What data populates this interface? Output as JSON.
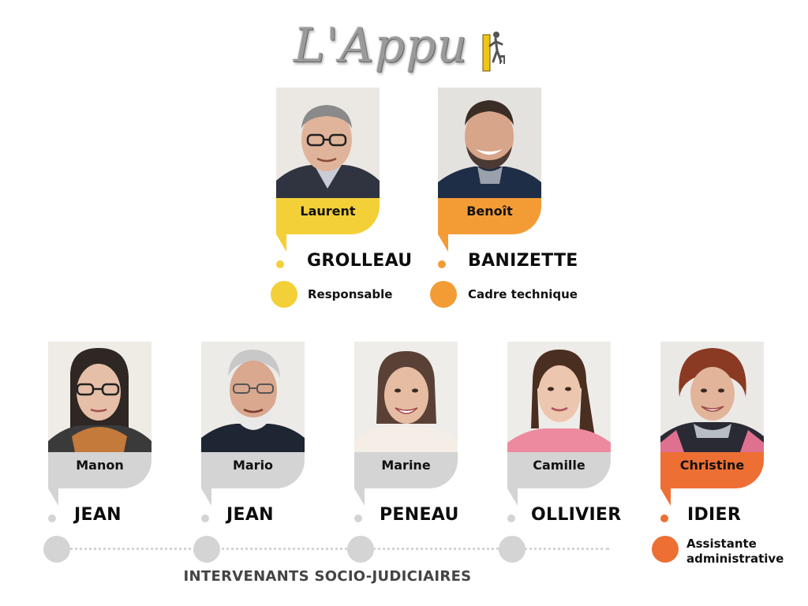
{
  "logo": {
    "text": "L'Appu"
  },
  "colors": {
    "yellow": "#f4d038",
    "orange": "#f39c36",
    "red_orange": "#ee6f34",
    "grey": "#d4d4d4"
  },
  "leaders": [
    {
      "first": "Laurent",
      "last": "GROLLEAU",
      "role": "Responsable"
    },
    {
      "first": "Benoît",
      "last": "BANIZETTE",
      "role": "Cadre technique"
    }
  ],
  "team": [
    {
      "first": "Manon",
      "last": "JEAN"
    },
    {
      "first": "Mario",
      "last": "JEAN"
    },
    {
      "first": "Marine",
      "last": "PENEAU"
    },
    {
      "first": "Camille",
      "last": "OLLIVIER"
    },
    {
      "first": "Christine",
      "last": "IDIER",
      "role": "Assistante administrative"
    }
  ],
  "caption": "INTERVENANTS SOCIO-JUDICIAIRES"
}
